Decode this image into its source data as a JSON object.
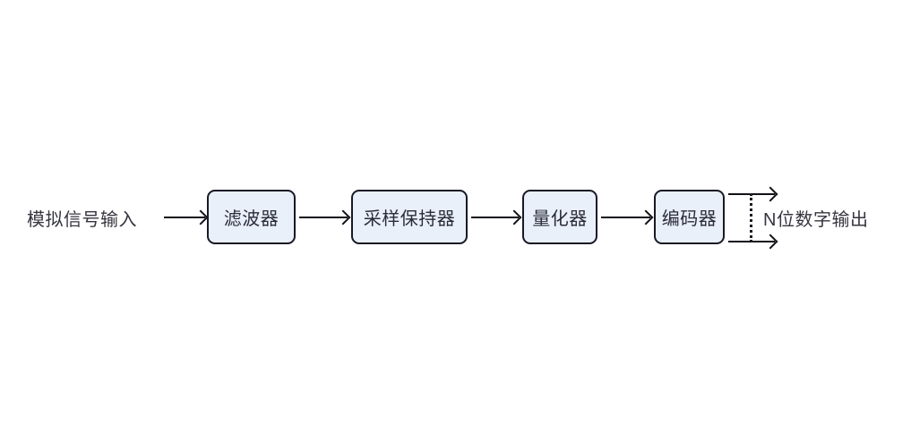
{
  "diagram": {
    "title": "ADC signal chain block diagram",
    "background_color": "#ffffff",
    "box_fill_color": "#eaf0fa",
    "box_border_color": "#191926",
    "text_color": "#2b2b3a",
    "line_color": "#111118",
    "input_label": "模拟信号输入",
    "output_label": "N位数字输出",
    "stages": [
      {
        "label": "滤波器"
      },
      {
        "label": "采样保持器"
      },
      {
        "label": "量化器"
      },
      {
        "label": "编码器"
      }
    ],
    "connectors": [
      {
        "name": "input-to-filter"
      },
      {
        "name": "filter-to-sample-hold"
      },
      {
        "name": "sample-hold-to-quantizer"
      },
      {
        "name": "quantizer-to-encoder"
      }
    ],
    "outputs": [
      {
        "name": "encoder-output-top"
      },
      {
        "name": "encoder-output-bottom"
      }
    ],
    "bus_style": "dotted"
  }
}
